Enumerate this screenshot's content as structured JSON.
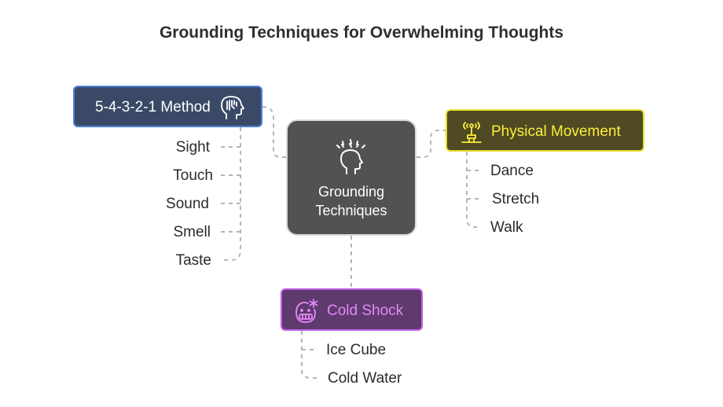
{
  "title": "Grounding Techniques for Overwhelming Thoughts",
  "center": {
    "label_line1": "Grounding",
    "label_line2": "Techniques",
    "icon": "head-stress-icon"
  },
  "branches": {
    "method": {
      "label": "5-4-3-2-1 Method",
      "icon": "brain-icon",
      "items": [
        "Sight",
        "Touch",
        "Sound",
        "Smell",
        "Taste"
      ]
    },
    "movement": {
      "label": "Physical Movement",
      "icon": "motion-sensor-icon",
      "items": [
        "Dance",
        "Stretch",
        "Walk"
      ]
    },
    "cold": {
      "label": "Cold Shock",
      "icon": "cold-face-icon",
      "items": [
        "Ice Cube",
        "Cold Water"
      ]
    }
  },
  "colors": {
    "center_fill": "#525252",
    "method_fill": "#3a4a66",
    "method_border": "#4b82d6",
    "movement_fill": "#4f4a24",
    "movement_border": "#e8dd2c",
    "movement_text": "#ffee3a",
    "cold_fill": "#5e3a6e",
    "cold_border": "#c25ee6",
    "cold_text": "#e38af5",
    "connector": "#b5b5b5"
  }
}
